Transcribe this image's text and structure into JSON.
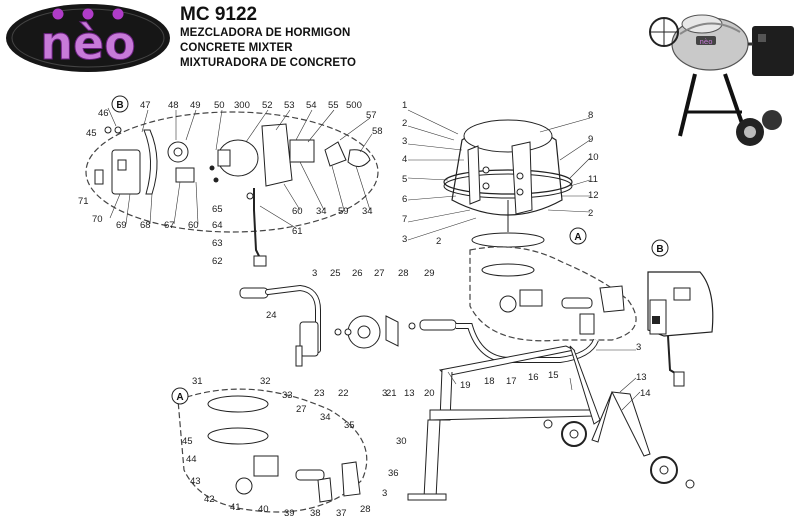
{
  "brand": {
    "logo_text": "nèo",
    "accent_color": "#b03cc8",
    "logo_bg": "#1a1a1a"
  },
  "header": {
    "model": "MC 9122",
    "lines": [
      "MEZCLADORA DE HORMIGON",
      "CONCRETE MIXTER",
      "MIXTURADORA DE CONCRETO"
    ]
  },
  "callouts": {
    "a1": "A",
    "a2": "A",
    "b1": "B",
    "b2": "B"
  },
  "parts": {
    "p1": "1",
    "p2a": "2",
    "p2b": "2",
    "p2c": "2",
    "p3a": "3",
    "p3b": "3",
    "p3c": "3",
    "p3d": "3",
    "p3e": "3",
    "p3f": "3",
    "p4": "4",
    "p5": "5",
    "p6": "6",
    "p7": "7",
    "p8": "8",
    "p9": "9",
    "p10": "10",
    "p11": "11",
    "p12": "12",
    "p13a": "13",
    "p13b": "13",
    "p14": "14",
    "p15": "15",
    "p16": "16",
    "p17": "17",
    "p18": "18",
    "p19": "19",
    "p20": "20",
    "p21": "21",
    "p22": "22",
    "p23": "23",
    "p24": "24",
    "p25": "25",
    "p26": "26",
    "p27a": "27",
    "p27b": "27",
    "p28a": "28",
    "p28b": "28",
    "p29": "29",
    "p30": "30",
    "p31": "31",
    "p32": "32",
    "p33": "33",
    "p34a": "34",
    "p34b": "34",
    "p34c": "34",
    "p35": "35",
    "p36": "36",
    "p37": "37",
    "p38": "38",
    "p39": "39",
    "p40": "40",
    "p41": "41",
    "p42": "42",
    "p43": "43",
    "p44": "44",
    "p45a": "45",
    "p45b": "45",
    "p46": "46",
    "p47": "47",
    "p48": "48",
    "p49": "49",
    "p50": "50",
    "p52": "52",
    "p53": "53",
    "p54": "54",
    "p55": "55",
    "p57": "57",
    "p58": "58",
    "p59": "59",
    "p60a": "60",
    "p60b": "60",
    "p61": "61",
    "p62": "62",
    "p63": "63",
    "p64": "64",
    "p65": "65",
    "p67": "67",
    "p68": "68",
    "p69": "69",
    "p70": "70",
    "p71": "71",
    "p300": "300",
    "p500": "500"
  }
}
